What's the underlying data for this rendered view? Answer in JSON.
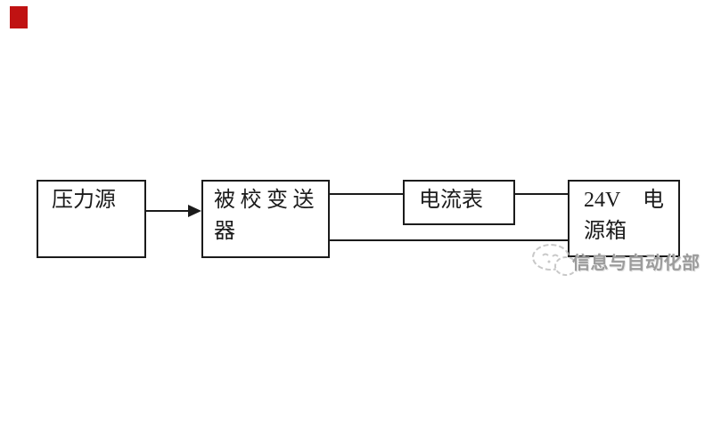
{
  "page": {
    "background_color": "#ffffff",
    "ink_color": "#1b1b1b"
  },
  "corner_marker": {
    "color": "#c01212"
  },
  "diagram": {
    "nodes": [
      {
        "id": "pressure-source",
        "label": "压力源",
        "lines": [
          "压力源"
        ]
      },
      {
        "id": "transmitter-under-calibration",
        "label": "被校变送器",
        "lines": [
          "被校变送",
          "器"
        ]
      },
      {
        "id": "ammeter",
        "label": "电流表",
        "lines": [
          "电流表"
        ]
      },
      {
        "id": "power-supply-box",
        "label": "24V 电源箱",
        "line1_left": "24V",
        "line1_right": "电",
        "line2": "源箱"
      }
    ],
    "edges": [
      {
        "from": "pressure-source",
        "to": "transmitter-under-calibration",
        "type": "arrow"
      },
      {
        "from": "transmitter-under-calibration",
        "to": "ammeter",
        "type": "line"
      },
      {
        "from": "ammeter",
        "to": "power-supply-box",
        "type": "line"
      },
      {
        "from": "transmitter-under-calibration",
        "to": "power-supply-box",
        "type": "line"
      }
    ]
  },
  "watermark": {
    "logo": "sketch-face-logo",
    "text": "信息与自动化部",
    "color": "#9c9c9c"
  }
}
